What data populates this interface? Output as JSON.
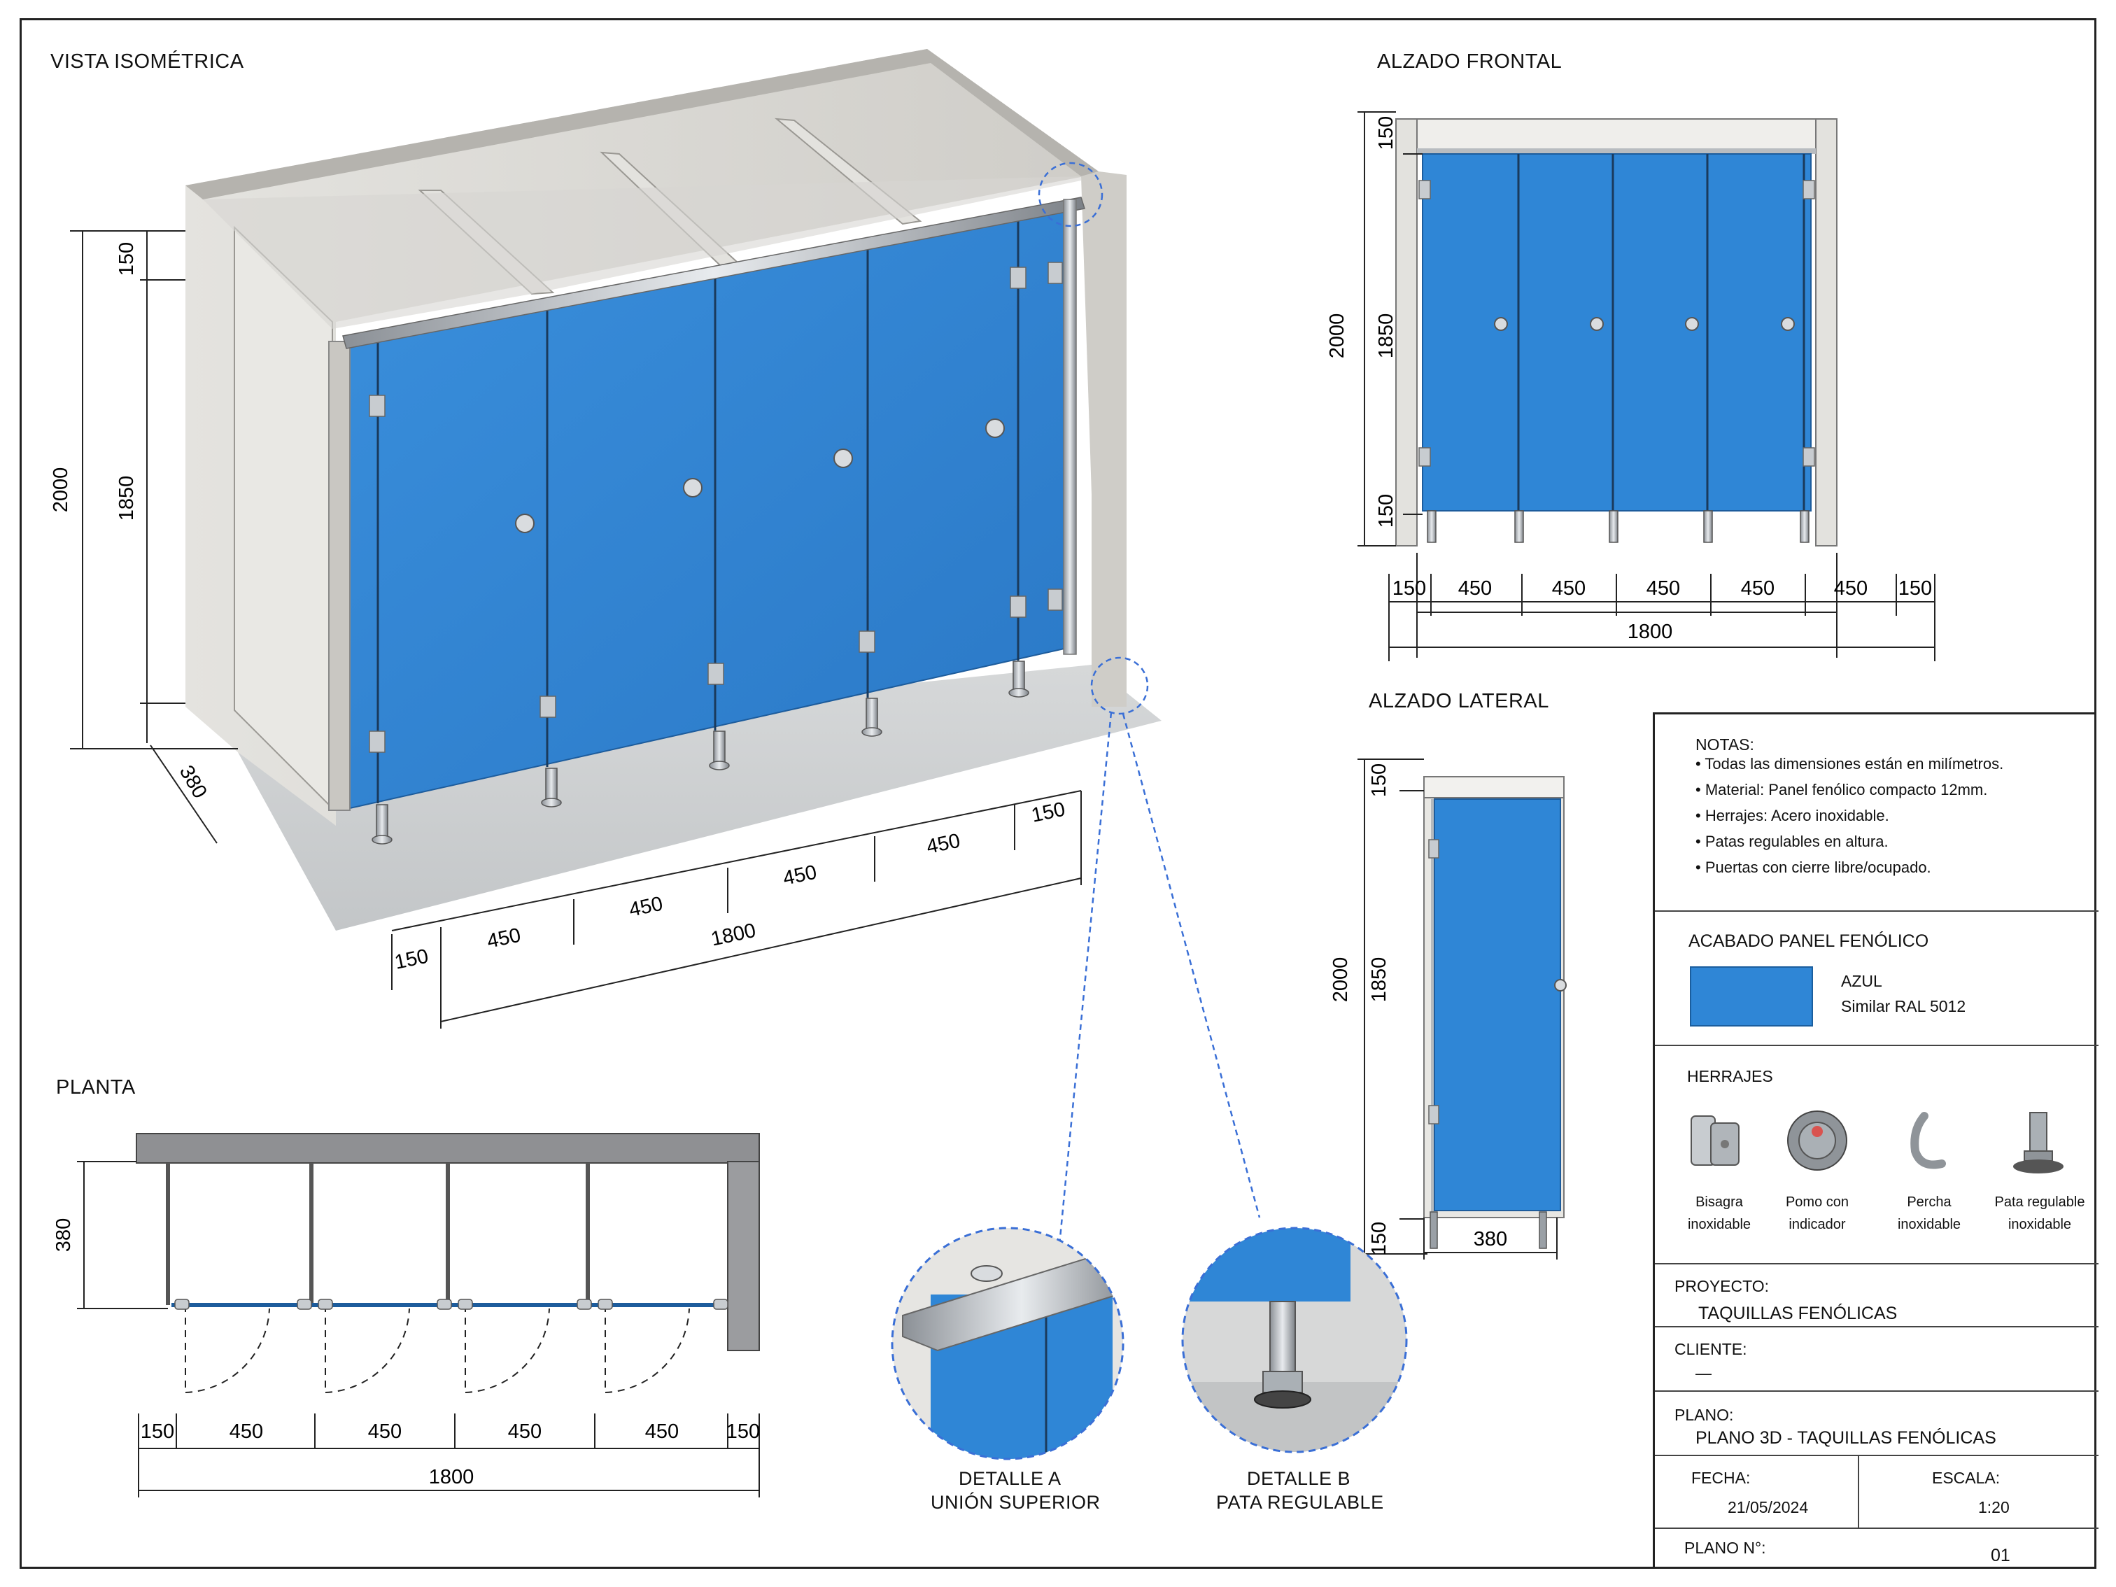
{
  "views": {
    "iso": "VISTA ISOMÉTRICA",
    "front": "ALZADO FRONTAL",
    "side": "ALZADO LATERAL",
    "plan": "PLANTA"
  },
  "dims": {
    "d150": "150",
    "d450": "450",
    "d1800": "1800",
    "d1850": "1850",
    "d2000": "2000",
    "d380": "380"
  },
  "details": {
    "a_title": "DETALLE A",
    "a_sub": "UNIÓN SUPERIOR",
    "b_title": "DETALLE B",
    "b_sub": "PATA REGULABLE"
  },
  "notes": {
    "title": "NOTAS:",
    "items": [
      "Todas las dimensiones están en milímetros.",
      "Material: Panel fenólico compacto 12mm.",
      "Herrajes: Acero inoxidable.",
      "Patas regulables en altura.",
      "Puertas con cierre libre/ocupado."
    ]
  },
  "finish": {
    "title": "ACABADO PANEL FENÓLICO",
    "name": "AZUL",
    "ral": "Similar RAL 5012",
    "color": "#2f86d6"
  },
  "hardware": {
    "title": "HERRAJES",
    "items": [
      {
        "line1": "Bisagra",
        "line2": "inoxidable",
        "icon": "hinge-icon"
      },
      {
        "line1": "Pomo con",
        "line2": "indicador",
        "icon": "knob-indicator-icon"
      },
      {
        "line1": "Percha",
        "line2": "inoxidable",
        "icon": "hook-icon"
      },
      {
        "line1": "Pata regulable",
        "line2": "inoxidable",
        "icon": "adjustable-leg-icon"
      }
    ]
  },
  "project": {
    "label": "PROYECTO:",
    "value": "TAQUILLAS FENÓLICAS"
  },
  "client": {
    "label": "CLIENTE:",
    "value": "—"
  },
  "plan": {
    "label": "PLANO:",
    "value": "PLANO 3D - TAQUILLAS FENÓLICAS"
  },
  "date": {
    "label": "FECHA:",
    "value": "21/05/2024"
  },
  "scale": {
    "label": "ESCALA:",
    "value": "1:20"
  },
  "number": {
    "label": "PLANO N°:",
    "value": "01"
  },
  "colors": {
    "panel": "#2f86d6",
    "wall": "#d9d8d4",
    "steel": "#9aa0a6",
    "floor": "#cfd1d2"
  }
}
